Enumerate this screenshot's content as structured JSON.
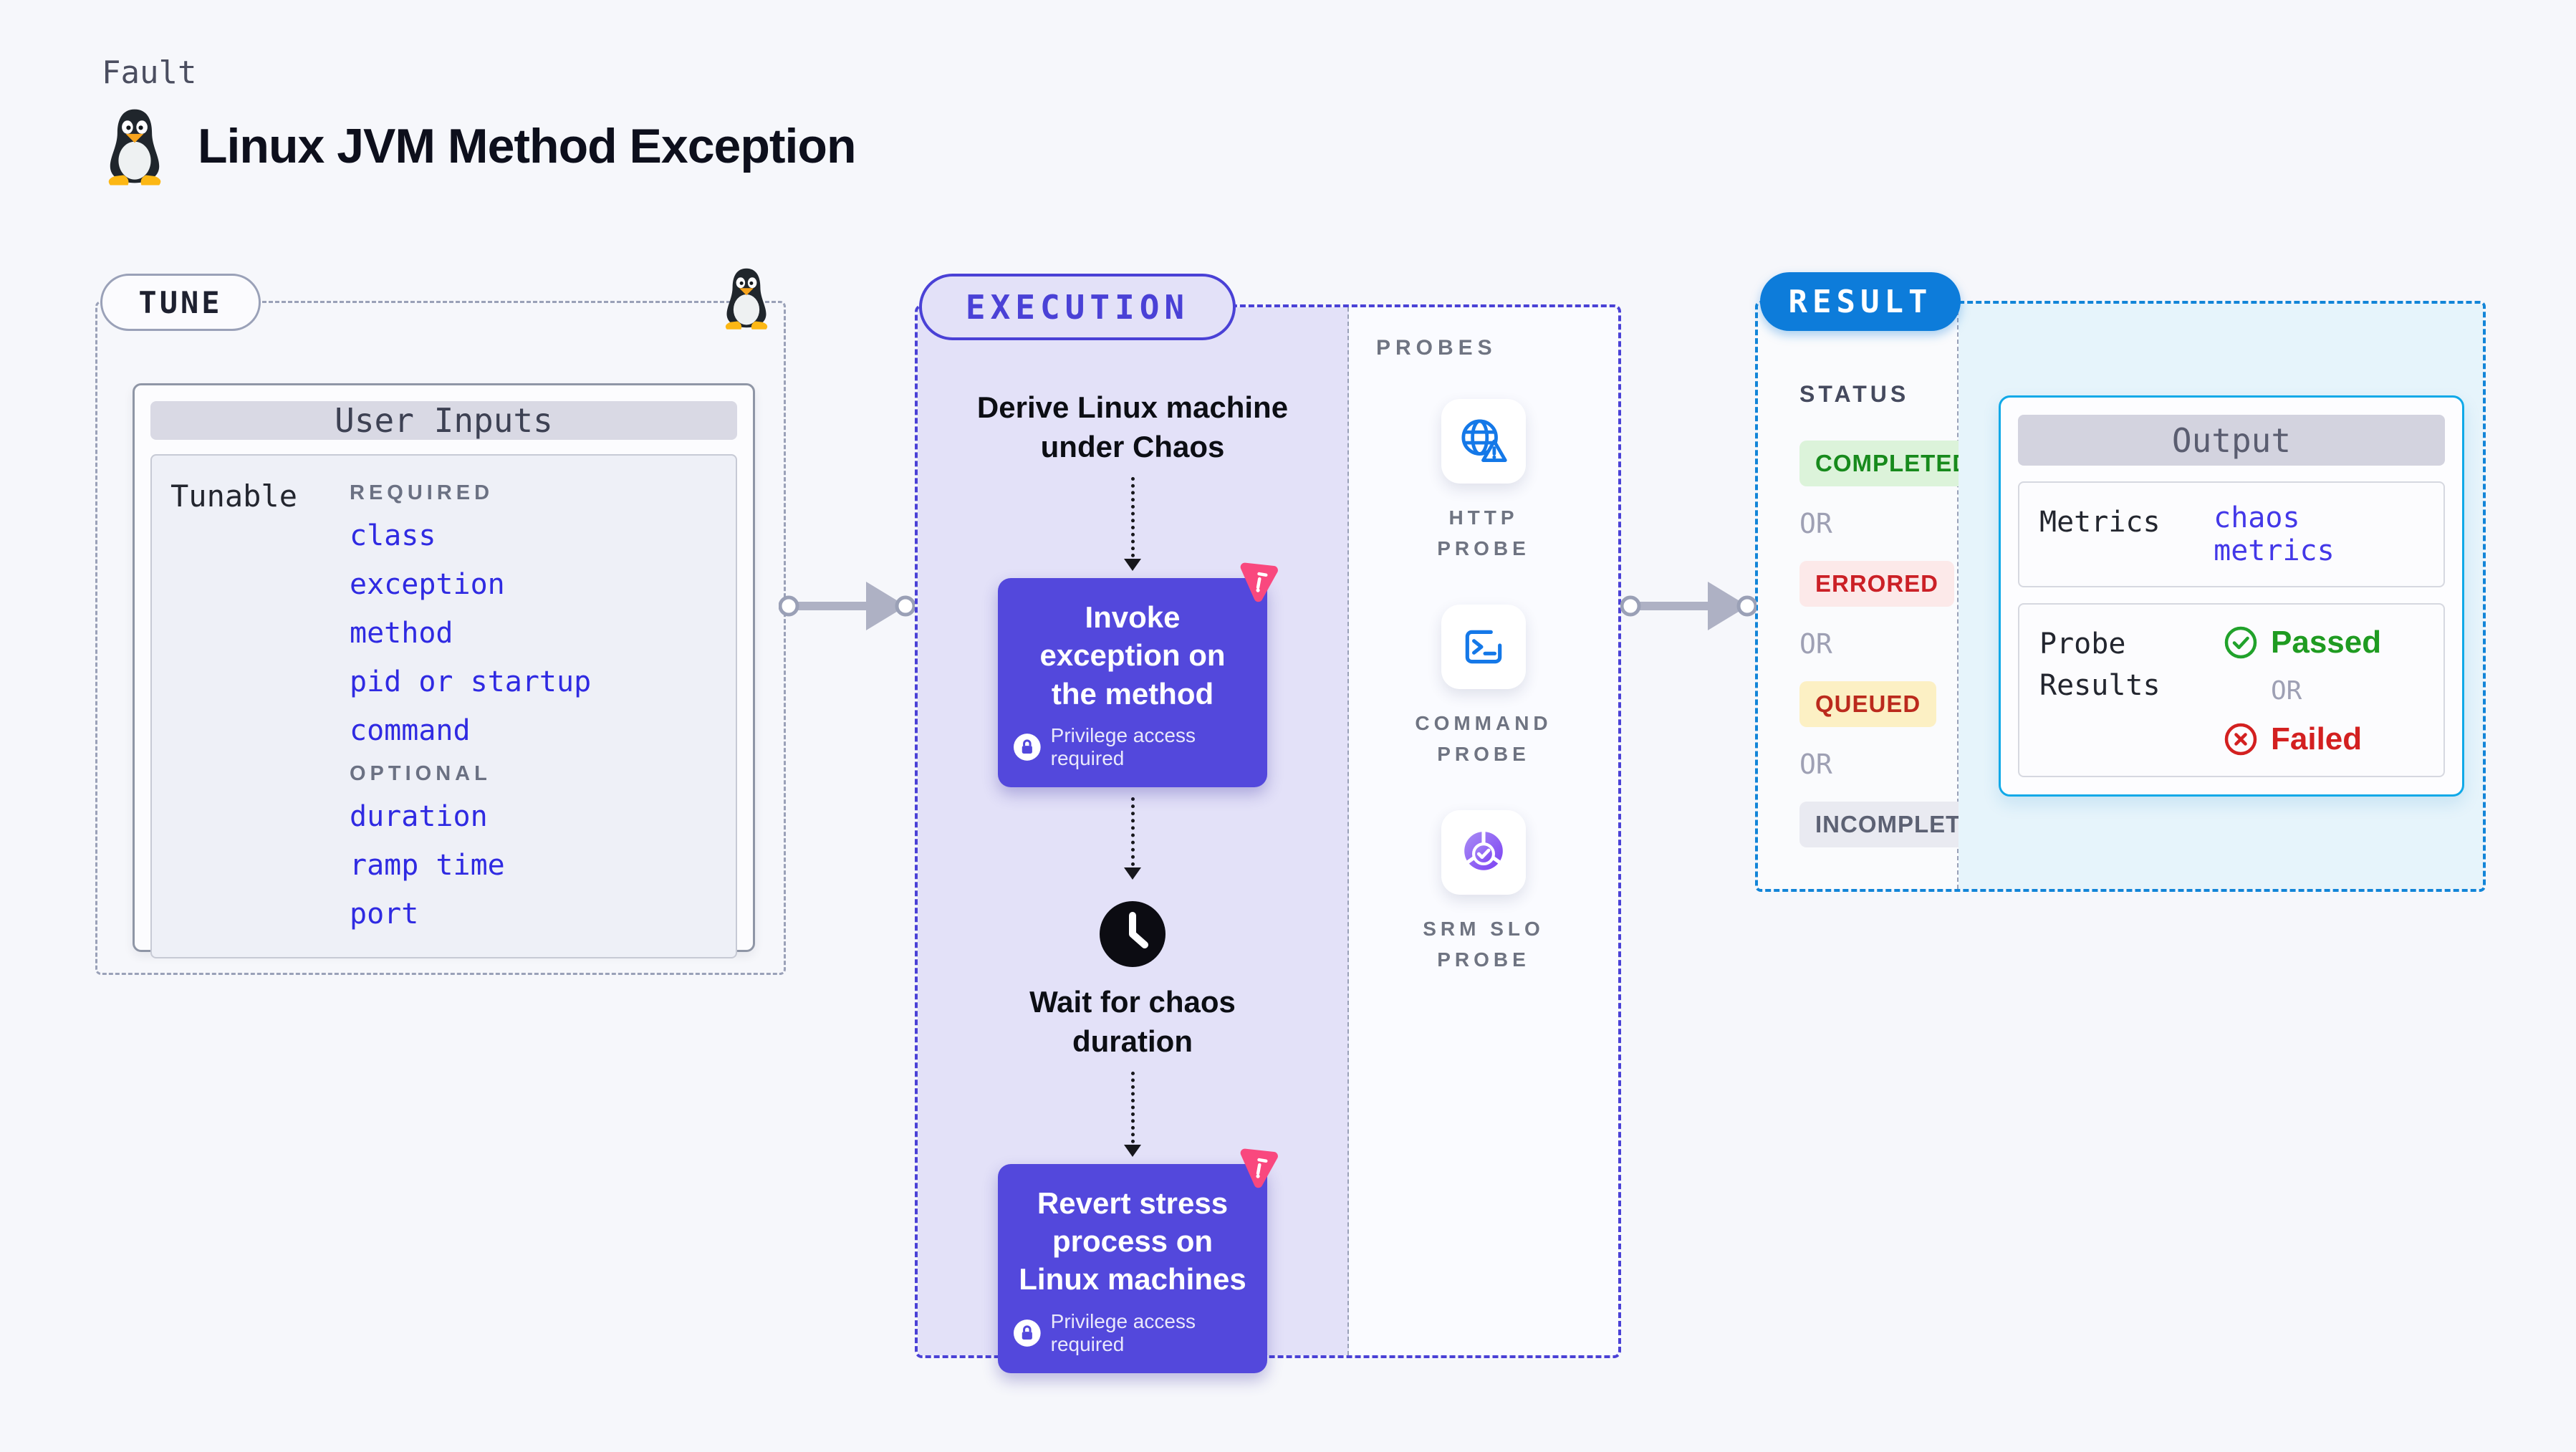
{
  "page": {
    "kicker": "Fault",
    "title": "Linux JVM Method Exception"
  },
  "tune": {
    "label": "TUNE",
    "card_title": "User Inputs",
    "row_label": "Tunable",
    "required_heading": "REQUIRED",
    "required_items": [
      "class",
      "exception",
      "method",
      "pid or startup command"
    ],
    "optional_heading": "OPTIONAL",
    "optional_items": [
      "duration",
      "ramp time",
      "port"
    ]
  },
  "execution": {
    "label": "EXECUTION",
    "step1": "Derive Linux machine under Chaos",
    "action1": {
      "title": "Invoke exception on the method",
      "badge": "Privilege access required"
    },
    "wait_step": "Wait for chaos duration",
    "action2": {
      "title": "Revert stress process on Linux machines",
      "badge": "Privilege access required"
    }
  },
  "probes": {
    "label": "PROBES",
    "items": [
      {
        "name": "HTTP PROBE",
        "icon": "globe-alert-icon"
      },
      {
        "name": "COMMAND PROBE",
        "icon": "terminal-icon"
      },
      {
        "name": "SRM SLO PROBE",
        "icon": "slo-donut-check-icon"
      }
    ]
  },
  "result": {
    "label": "RESULT",
    "status_heading": "STATUS",
    "or_label": "OR",
    "statuses": [
      {
        "text": "COMPLETED",
        "kind": "completed"
      },
      {
        "text": "ERRORED",
        "kind": "errored"
      },
      {
        "text": "QUEUED",
        "kind": "queued"
      },
      {
        "text": "INCOMPLETED",
        "kind": "incompleted"
      }
    ],
    "output": {
      "title": "Output",
      "metrics_label": "Metrics",
      "metrics_value": "chaos metrics",
      "probe_results_label": "Probe Results",
      "passed_label": "Passed",
      "or_label": "OR",
      "failed_label": "Failed"
    }
  },
  "colors": {
    "accent_indigo": "#4a41d6",
    "action_purple": "#5348dc",
    "result_blue": "#0d7cda",
    "output_border_cyan": "#10a9e8",
    "link_blue": "#2f2ae2",
    "passed_green": "#1f9b21",
    "failed_red": "#d32020",
    "chaos_pink": "#f9487e",
    "probe_icon_blue": "#1478e8"
  }
}
